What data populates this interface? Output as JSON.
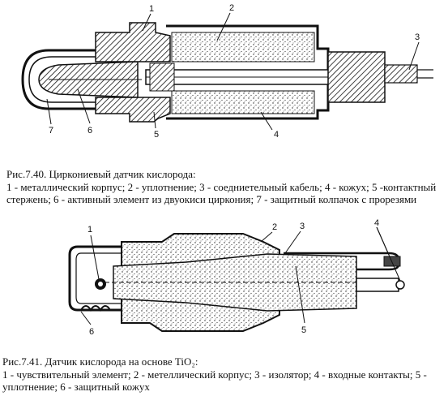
{
  "figure1": {
    "callouts": [
      "1",
      "2",
      "3",
      "4",
      "5",
      "6",
      "7"
    ],
    "caption_title": "Рис.7.40. Циркониевый датчик кислорода:",
    "caption_items": "1 - металлический корпус; 2 - уплотнение; 3 - соедниетельный кабель; 4 - кожух; 5 -контактный стержень; 6 - активный элемент из двуокиси циркония; 7 - защитный колпачок с прорезями"
  },
  "figure2": {
    "callouts": [
      "1",
      "2",
      "3",
      "4",
      "5",
      "6"
    ],
    "caption_title": "Рис.7.41. Датчик кислорода на основе TiO₂:",
    "caption_items": "1 - чувствительный элемент; 2 - метеллический корпус; 3 - изолятор; 4 - входные контакты; 5 - уплотнение; 6 - защитный кожух"
  }
}
